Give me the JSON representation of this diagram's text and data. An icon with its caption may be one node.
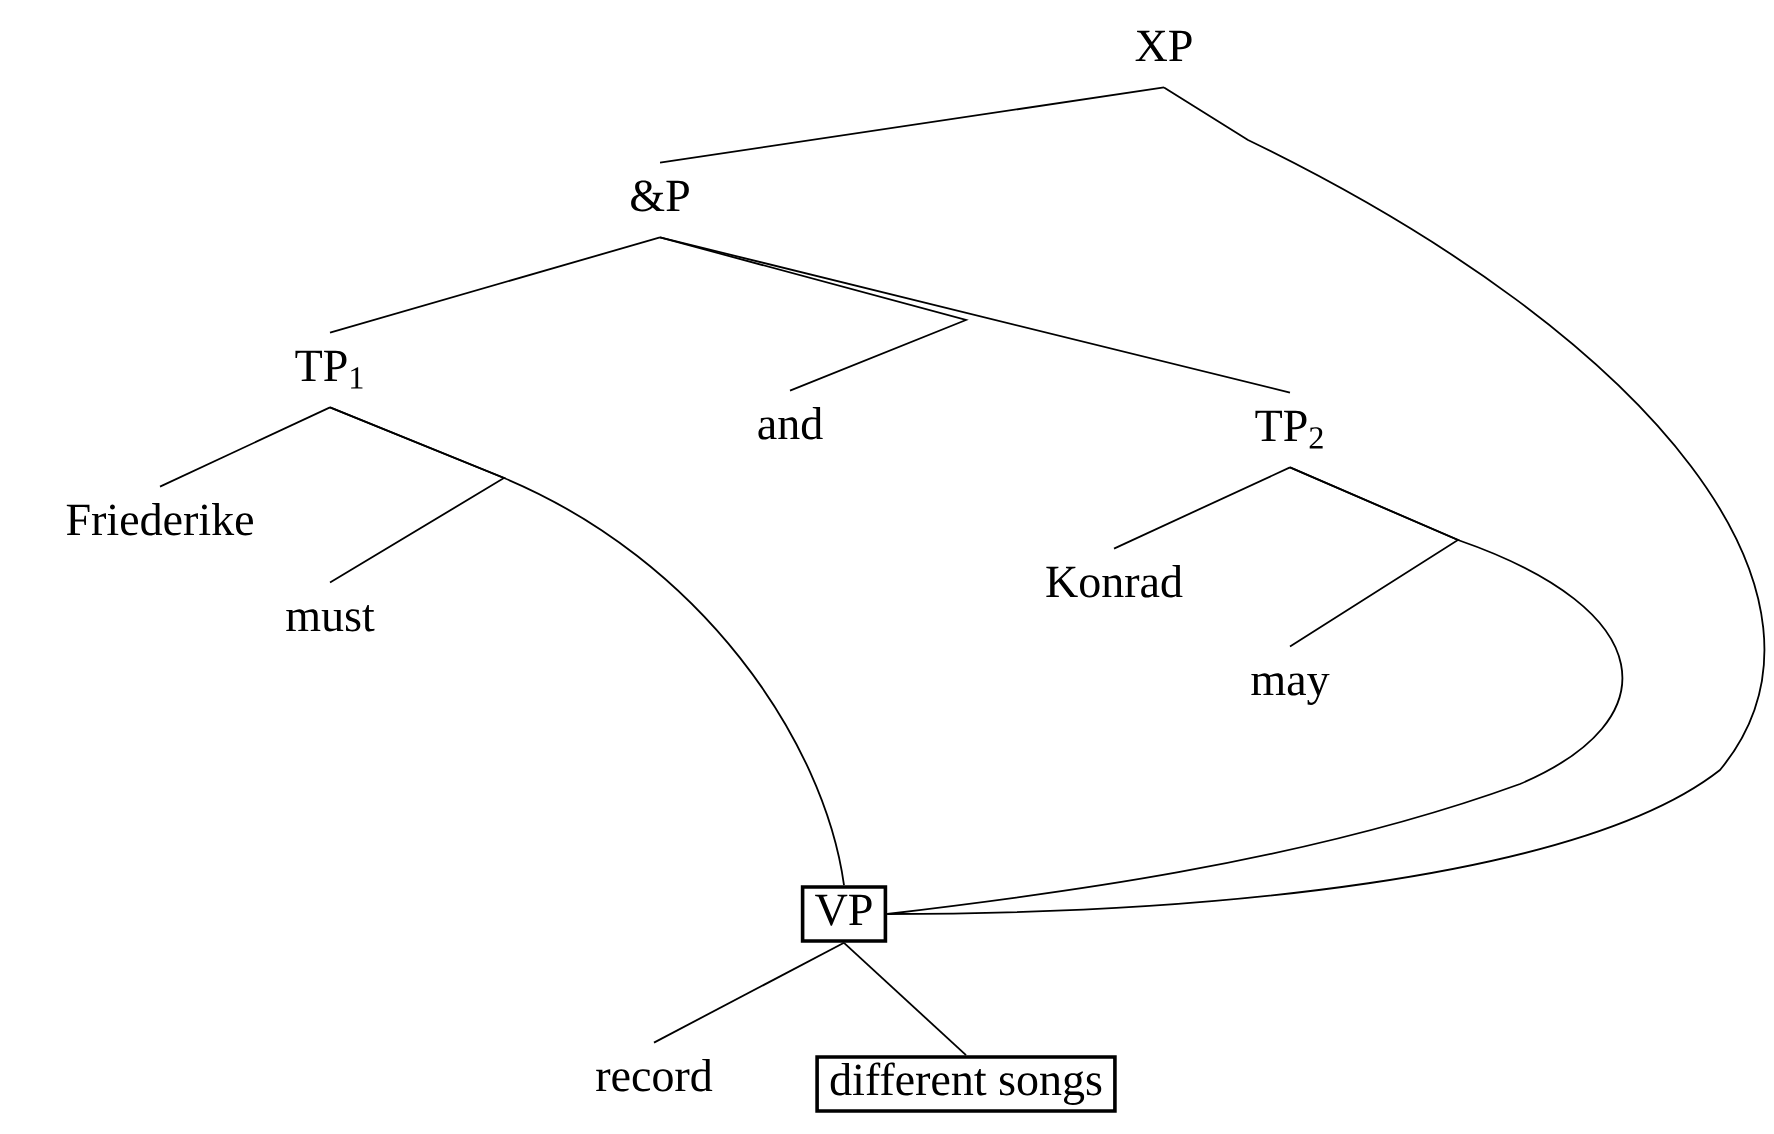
{
  "diagram": {
    "nodes": [
      {
        "text": [
          "XP"
        ]
      },
      {
        "text": [
          "&P"
        ]
      },
      {
        "text": [
          "TP$_{1}$"
        ]
      },
      {
        "text": [
          "and"
        ]
      },
      {
        "text": [
          "TP$_{2}$"
        ]
      },
      {
        "text": [
          "Friederike"
        ]
      },
      {
        "text": [
          "must"
        ]
      },
      {
        "text": [
          "Konrad"
        ]
      },
      {
        "text": [
          "may"
        ]
      },
      {
        "text": [
          "VP"
        ]
      },
      {
        "text": [
          "record"
        ]
      },
      {
        "text": [
          "different songs"
        ]
      }
    ],
    "edges": [
      {
        "from": 0,
        "to": 1,
        "arrow": "none"
      },
      {
        "from": 0,
        "to": 9,
        "arrow": "none"
      },
      {
        "from": 1,
        "to": 2,
        "arrow": "none"
      },
      {
        "from": 1,
        "to": 3,
        "arrow": "none"
      },
      {
        "from": 1,
        "to": 4,
        "arrow": "none"
      },
      {
        "from": 2,
        "to": 5,
        "arrow": "none"
      },
      {
        "from": 2,
        "to": 6,
        "arrow": "none"
      },
      {
        "from": 2,
        "to": 9,
        "arrow": "none"
      },
      {
        "from": 4,
        "to": 7,
        "arrow": "none"
      },
      {
        "from": 4,
        "to": 8,
        "arrow": "none"
      },
      {
        "from": 4,
        "to": 9,
        "arrow": "none"
      },
      {
        "from": 9,
        "to": 10,
        "arrow": "none"
      },
      {
        "from": 9,
        "to": 11,
        "arrow": "none"
      }
    ]
  }
}
